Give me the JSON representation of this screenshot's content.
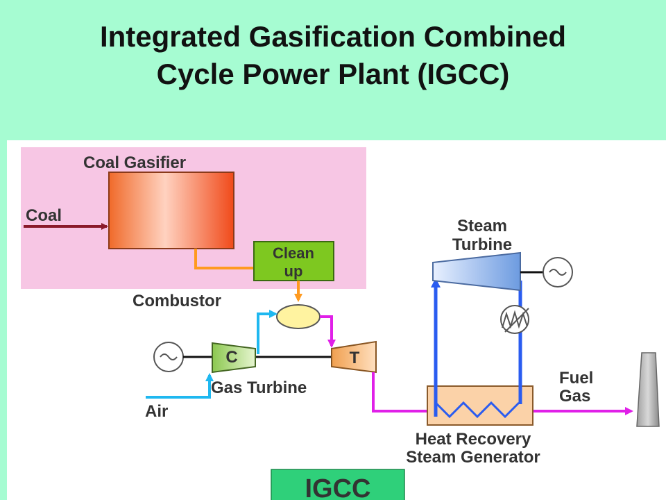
{
  "title": {
    "line1": "Integrated Gasification Combined",
    "line2": "Cycle Power Plant (IGCC)"
  },
  "diagram": {
    "coal_gasifier_label": "Coal Gasifier",
    "coal_input_label": "Coal",
    "cleanup_label_line1": "Clean",
    "cleanup_label_line2": "up",
    "combustor_label": "Combustor",
    "compressor_label": "C",
    "turbine_label": "T",
    "gas_turbine_label": "Gas Turbine",
    "air_label": "Air",
    "steam_turbine_label_line1": "Steam",
    "steam_turbine_label_line2": "Turbine",
    "fuel_gas_label_line1": "Fuel",
    "fuel_gas_label_line2": "Gas",
    "hrsg_label_line1": "Heat Recovery",
    "hrsg_label_line2": "Steam Generator",
    "igcc_badge": "IGCC"
  },
  "colors": {
    "background": "#a6fcd2",
    "gasifier_zone": "#f7c6e4",
    "gas_flow": "#ff9a1f",
    "exhaust_flow": "#e020e8",
    "air_flow": "#1fb8f0",
    "steam_flow": "#2a5cf0",
    "cleanup_box": "#7ec820",
    "badge": "#2fd07a"
  }
}
